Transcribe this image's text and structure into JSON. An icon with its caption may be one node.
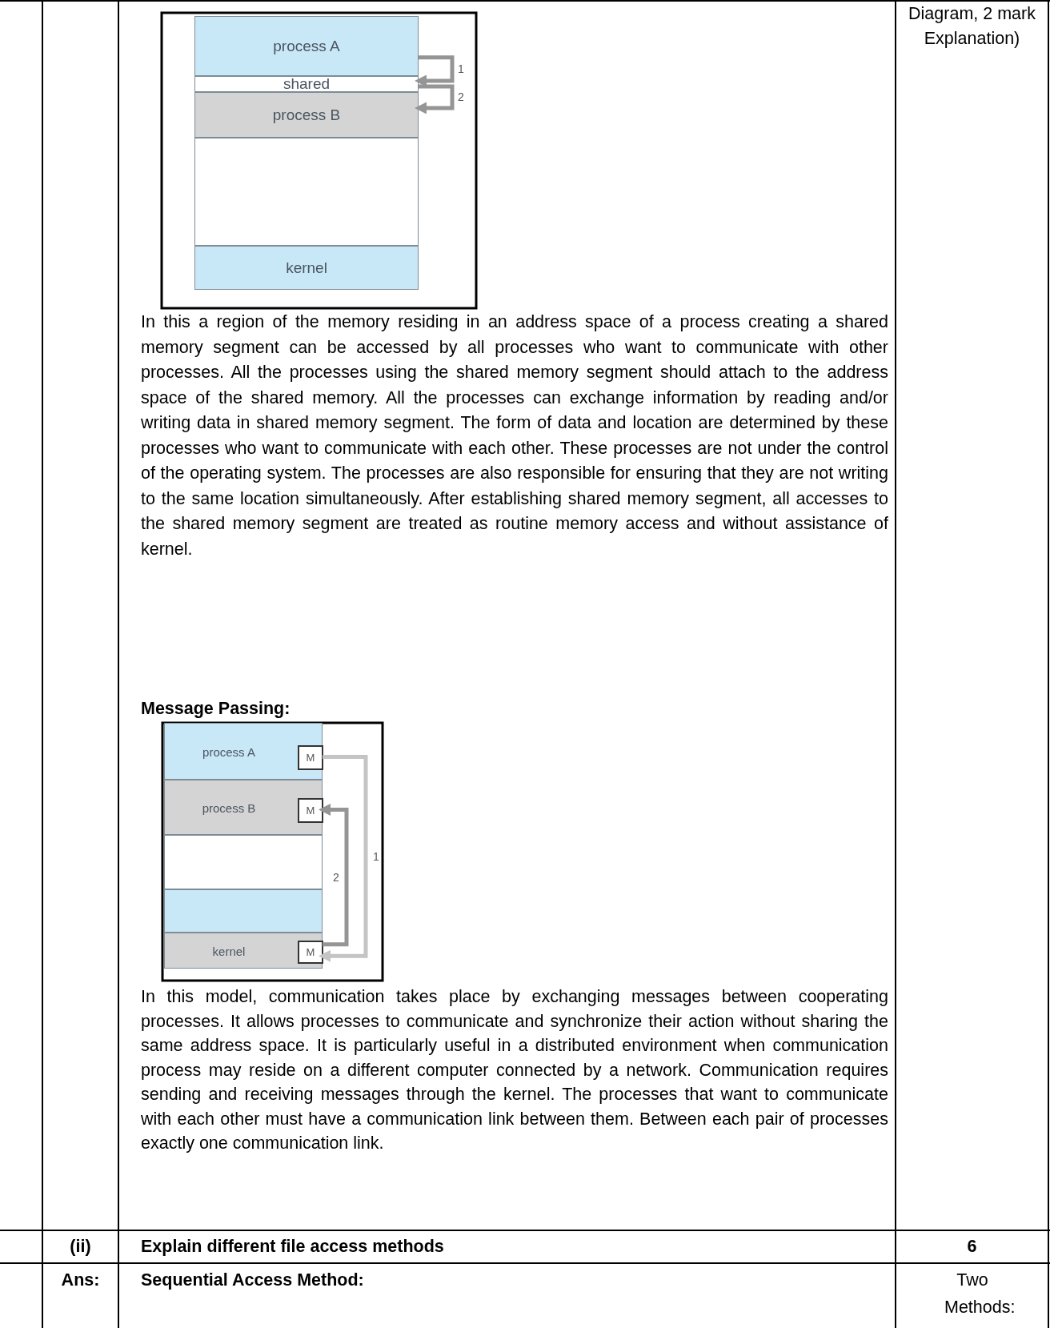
{
  "diagram": {
    "nodes": [
      {
        "text": [
          "process A"
        ]
      },
      {
        "text": [
          "shared"
        ]
      },
      {
        "text": [
          "process B"
        ]
      },
      {
        "text": [],
        "shape": "box"
      },
      {
        "text": [
          "kernel"
        ]
      },
      {
        "text": [
          "process A"
        ]
      },
      {
        "text": [
          "M"
        ],
        "in": 5
      },
      {
        "text": [
          "process B"
        ]
      },
      {
        "text": [
          "M"
        ],
        "in": 7
      },
      {
        "text": [],
        "shape": "box"
      },
      {
        "text": [],
        "shape": "box"
      },
      {
        "text": [
          "kernel"
        ]
      },
      {
        "text": [
          "M"
        ],
        "in": 11
      }
    ],
    "edges": [
      {
        "from": 0,
        "to": 1,
        "arrow": "to",
        "label": "1"
      },
      {
        "from": 1,
        "to": 2,
        "arrow": "to",
        "label": "2"
      },
      {
        "from": 6,
        "to": 12,
        "arrow": "to",
        "label": "1",
        "color": "#c4c4c4"
      },
      {
        "from": 12,
        "to": 8,
        "arrow": "to",
        "label": "2"
      }
    ],
    "labels": [
      "Diagram, 2 mark Explanation)",
      "In this a region of the memory residing in an address space of a process creating a shared memory segment can be accessed by all processes who want to communicate with other processes. All the processes using the shared memory segment should attach to the address space of the shared memory. All the processes can exchange information by reading and/or writing data in shared memory segment. The form of data and location are determined by these processes who want to communicate with each other. These processes are not under the control of the operating system. The processes are also responsible for ensuring that they are not writing to the same location simultaneously. After establishing shared memory segment, all accesses to the shared memory segment are treated as routine memory access and without assistance of kernel.",
      "Message Passing:",
      "In this model, communication takes place by exchanging messages between cooperating processes. It allows processes to communicate and synchronize their action without sharing the same address space. It is particularly useful in a distributed environment when communication process may reside on a different computer connected by a network. Communication requires sending and receiving messages through the kernel. The processes that want to communicate with each other must have a communication link between them. Between each pair of processes exactly one communication link.",
      "(ii)",
      "Explain different file access methods",
      "6",
      "Ans:",
      "Sequential Access Method:",
      "Two Methods:"
    ]
  }
}
